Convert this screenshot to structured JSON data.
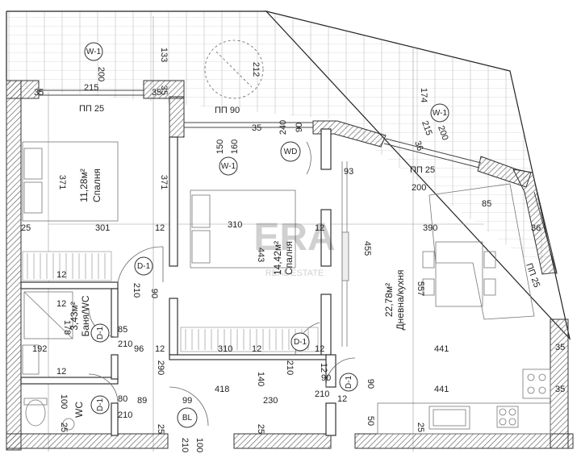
{
  "rooms": {
    "bedroom1": {
      "name": "Спалня",
      "area": "11,28м²"
    },
    "bedroom2": {
      "name": "Спалня",
      "area": "14,42м²"
    },
    "bath1": {
      "name": "Баня/WC",
      "area": "3,43м²"
    },
    "living": {
      "name": "Дневна/кухня",
      "area": "22,78м²"
    },
    "wc": {
      "name": "WC"
    }
  },
  "window_tags": {
    "w1_terrace": "W-1",
    "w1_bedroom2": "W-1",
    "w1_right": "W-1"
  },
  "door_tags": {
    "d1_bedroom1": "D-1",
    "d1_bath_upper": "D-1",
    "d1_wc": "D-1",
    "d1_bedroom2": "D-1",
    "d1_living": "D-1"
  },
  "circle_tags": {
    "wd": "WD",
    "bl": "BL"
  },
  "sill_labels": {
    "pp25_top": "ПП 25",
    "pp90": "ПП 90",
    "pp25_mid": "ПП 25",
    "pp25_right": "ПП 25"
  },
  "dimensions": {
    "d133": "133",
    "d200_top": "200",
    "d215_top": "215",
    "d212": "212",
    "d35_a": "35",
    "d35_b": "35",
    "d35_c": "35",
    "d35_d": "35",
    "d35_e": "35",
    "d35_f": "35",
    "d174": "174",
    "d215_right": "215",
    "d200_right": "200",
    "d36_a": "36",
    "d36_b": "36",
    "d240": "240",
    "d90_a": "90",
    "d150": "150",
    "d160": "160",
    "d93": "93",
    "d371_a": "371",
    "d371_b": "371",
    "d200_mid": "200",
    "d85_right": "85",
    "d25_a": "25",
    "d301": "301",
    "d12_a": "12",
    "d310_top": "310",
    "d12_b": "12",
    "d390": "390",
    "d455": "455",
    "d443": "443",
    "d557": "557",
    "d12_c": "12",
    "d210_a": "210",
    "d90_b": "90",
    "d12_d": "12",
    "d178": "178",
    "d85_a": "85",
    "d210_b": "210",
    "d96": "96",
    "d192": "192",
    "d12_e": "12",
    "d310_bottom": "310",
    "d12_f": "12",
    "d12_g": "12",
    "d441_a": "441",
    "d12_h": "12",
    "d290": "290",
    "d210_c": "210",
    "d12_i": "12",
    "d140": "140",
    "d90_c": "90",
    "d210_d": "210",
    "d12_j": "12",
    "d90_d": "90",
    "d418": "418",
    "d441_b": "441",
    "d230": "230",
    "d100": "100",
    "d80": "80",
    "d89": "89",
    "d99": "99",
    "d210_e": "210",
    "d50": "50",
    "d25_b": "25",
    "d25_c": "25",
    "d25_d": "25",
    "d25_e": "25",
    "d210_f": "210",
    "d100_b": "100"
  },
  "watermark": {
    "brand": "ERA",
    "sub": "REAL ESTATE"
  },
  "colors": {
    "wall": "#6b6b6b",
    "hatch": "#d9d9d9",
    "line": "#333333",
    "thin": "#8a8a8a"
  }
}
